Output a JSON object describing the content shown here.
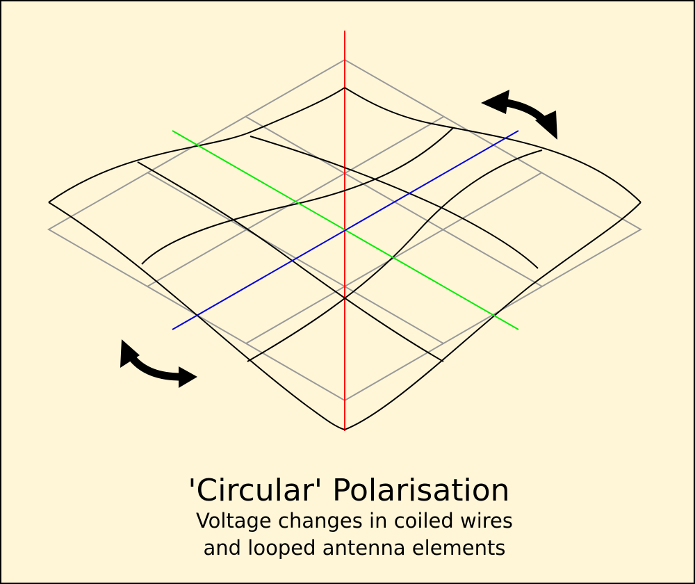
{
  "colors": {
    "background": "#fff6d8",
    "grid": "#999999",
    "surface": "#000000",
    "vertical_axis": "#ff0000",
    "axis_green": "#00ee00",
    "axis_blue": "#0000dd",
    "arrows": "#000000"
  },
  "caption": {
    "title": "'Circular' Polarisation",
    "line1": "Voltage changes in coiled wires",
    "line2": "and looped antenna elements"
  },
  "icons": {
    "upper_right": "curved-double-arrow-icon",
    "lower_left": "curved-double-arrow-icon"
  }
}
